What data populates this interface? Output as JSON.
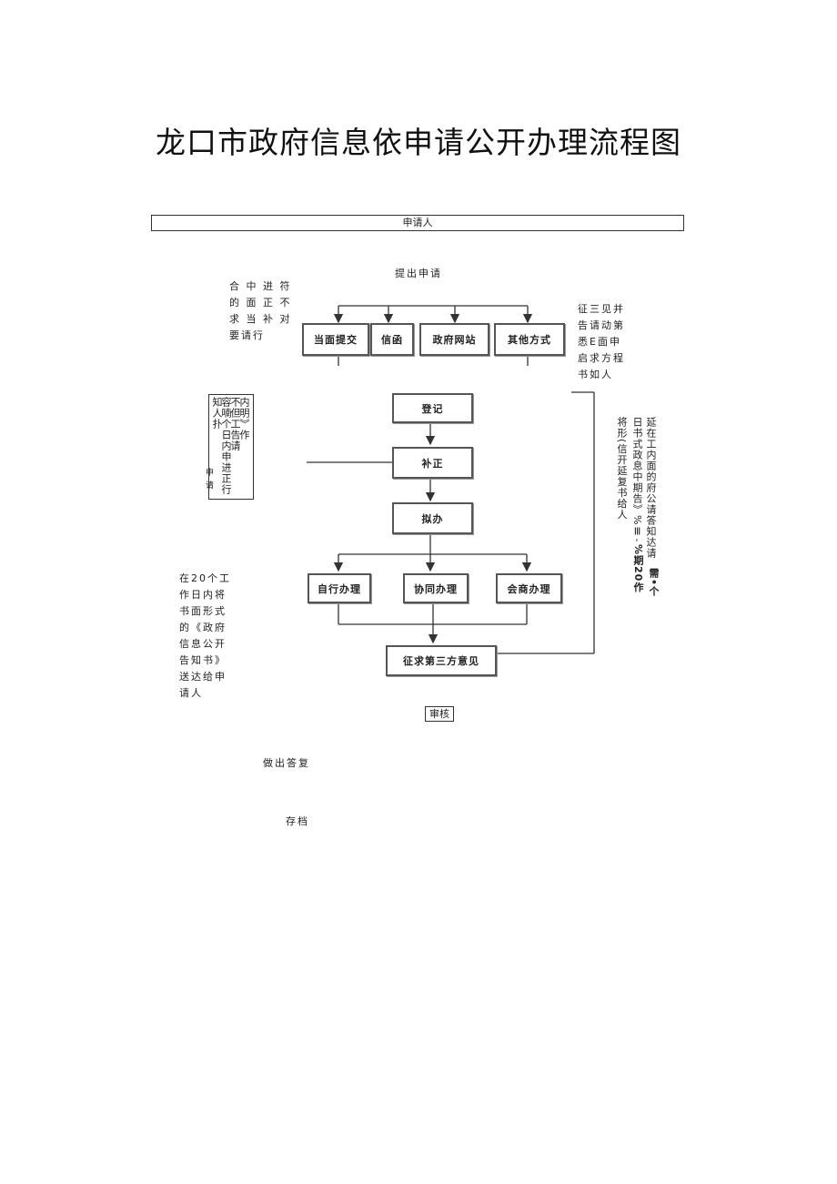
{
  "title": "龙口市政府信息依申请公开办理流程图",
  "applicant": "申请人",
  "steps": {
    "submit": "提出申请",
    "review": "审核",
    "reply": "做出答复",
    "archive": "存档"
  },
  "channels": [
    "当面提交",
    "信函",
    "政府网站",
    "其他方式"
  ],
  "flow": {
    "register": "登记",
    "correct": "补正",
    "draft": "拟办",
    "third_party": "征求第三方意见"
  },
  "handling": [
    "自行办理",
    "协同办理",
    "会商办理"
  ],
  "notes": {
    "top_left": [
      "合 中 进 符",
      "的 面 正 不",
      "求 当 补 对",
      "要请行"
    ],
    "top_right": [
      "征三见并",
      "告请动第",
      "悉E面申",
      "启求方程",
      "书如人"
    ],
    "correction_box": [
      "内明》作",
      "不但工告请",
      "容喃个日内申进正行",
      "知人扑",
      "申 请"
    ],
    "right_columns": [
      "延在工内面的府公请答知达请",
      "日书式政息中期告》%Ⅲ- ",
      "将形(信开延复书给人"
    ],
    "right_annex": [
      "需•个",
      "%期20作"
    ],
    "bottom_left": [
      "在20个工",
      "作日内将",
      "书面形式",
      "的《政府",
      "信息公开",
      "告知书》",
      "送达给申",
      "请人"
    ]
  }
}
